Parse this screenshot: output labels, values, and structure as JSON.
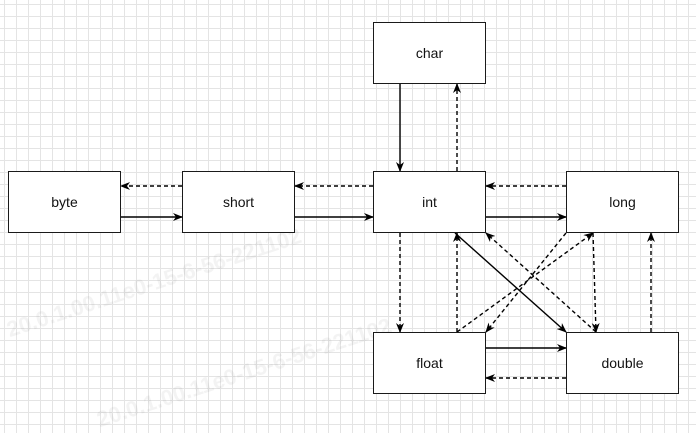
{
  "nodes": {
    "char": "char",
    "byte": "byte",
    "short": "short",
    "int": "int",
    "long": "long",
    "float": "float",
    "double": "double"
  },
  "edges": [
    {
      "from": "byte",
      "to": "short",
      "style": "solid"
    },
    {
      "from": "short",
      "to": "byte",
      "style": "dashed"
    },
    {
      "from": "short",
      "to": "int",
      "style": "solid"
    },
    {
      "from": "int",
      "to": "short",
      "style": "dashed"
    },
    {
      "from": "char",
      "to": "int",
      "style": "solid"
    },
    {
      "from": "int",
      "to": "char",
      "style": "dashed"
    },
    {
      "from": "int",
      "to": "long",
      "style": "solid"
    },
    {
      "from": "long",
      "to": "int",
      "style": "dashed"
    },
    {
      "from": "int",
      "to": "float",
      "style": "dashed"
    },
    {
      "from": "float",
      "to": "int",
      "style": "dashed"
    },
    {
      "from": "int",
      "to": "double",
      "style": "solid"
    },
    {
      "from": "double",
      "to": "int",
      "style": "dashed"
    },
    {
      "from": "long",
      "to": "float",
      "style": "dashed"
    },
    {
      "from": "float",
      "to": "long",
      "style": "dashed"
    },
    {
      "from": "long",
      "to": "double",
      "style": "dashed"
    },
    {
      "from": "double",
      "to": "long",
      "style": "dashed"
    },
    {
      "from": "float",
      "to": "double",
      "style": "solid"
    },
    {
      "from": "double",
      "to": "float",
      "style": "dashed"
    }
  ],
  "colors": {
    "line": "#000000",
    "grid": "#e4e4e4",
    "background": "#ffffff"
  }
}
